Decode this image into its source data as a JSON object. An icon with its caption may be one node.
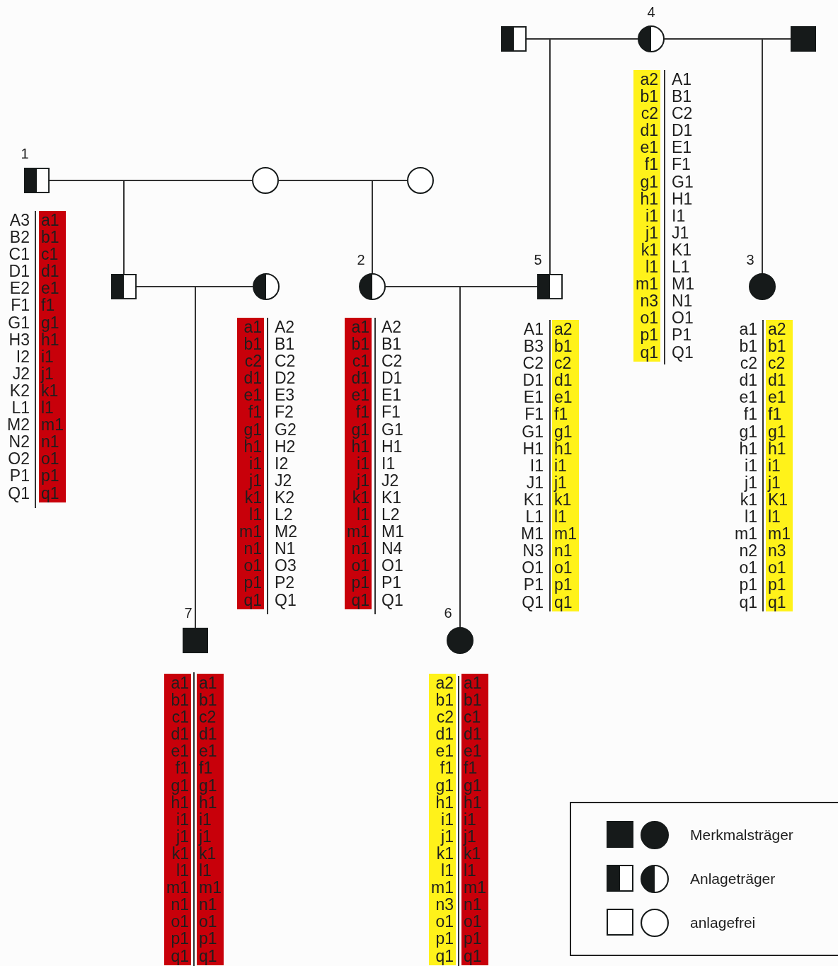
{
  "diagram": {
    "nodes": [
      {
        "text": [],
        "shape": "square"
      },
      {
        "text": [],
        "shape": "circle",
        "beside": [
          "4"
        ]
      },
      {
        "text": [],
        "shape": "square"
      },
      {
        "text": [],
        "shape": "square",
        "beside": [
          "1"
        ]
      },
      {
        "text": [],
        "shape": "circle"
      },
      {
        "text": [],
        "shape": "circle"
      },
      {
        "text": [],
        "shape": "square"
      },
      {
        "text": [],
        "shape": "circle"
      },
      {
        "text": [],
        "shape": "circle",
        "beside": [
          "2"
        ]
      },
      {
        "text": [],
        "shape": "square",
        "beside": [
          "5"
        ]
      },
      {
        "text": [],
        "shape": "circle",
        "beside": [
          "3"
        ]
      },
      {
        "text": [],
        "shape": "square",
        "beside": [
          "7"
        ]
      },
      {
        "text": [],
        "shape": "circle",
        "beside": [
          "6"
        ]
      },
      {
        "text": [
          "a2 b1 c2 d1 e1 f1 g1 h1 i1 j1 k1 l1 m1 n3 o1 p1 q1"
        ]
      },
      {
        "text": [
          "a1 b1 c1 d1 e1 f1 g1 h1 i1 j1 k1 l1 m1 n1 o1 p1 q1"
        ]
      },
      {
        "text": [
          "a1 b1 c2 d1 e1 f1 g1 h1 i1 j1 k1 l1 m1 n1 o1 p1 q1"
        ]
      },
      {
        "text": [
          "a1 b1 c1 d1 e1 f1 g1 h1 i1 j1 k1 l1 m1 n1 o1 p1 q1"
        ]
      },
      {
        "text": [
          "a2 b1 c2 d1 e1 f1 g1 h1 i1 j1 k1 l1 m1 n1 o1 p1 q1"
        ]
      },
      {
        "text": [
          "a2 b1 c2 d1 e1 f1 g1 h1 i1 j1 K1 l1 m1 n3 o1 p1 q1"
        ]
      },
      {
        "text": [
          "a1 b1 c1 d1 e1 f1 g1 h1 i1 j1 k1 l1 m1 n1 o1 p1 q1"
        ]
      },
      {
        "text": [
          "a1 b1 c2 d1 e1 f1 g1 h1 i1 j1 k1 l1 m1 n1 o1 p1 q1"
        ]
      },
      {
        "text": [
          "a2 b1 c2 d1 e1 f1 g1 h1 i1 j1 k1 l1 m1 n3 o1 p1 q1"
        ]
      },
      {
        "text": [
          "a1 b1 c1 d1 e1 f1 g1 h1 i1 j1 k1 l1 m1 n1 o1 p1 q1"
        ]
      }
    ],
    "edges": [
      {
        "from": 0,
        "to": 1,
        "arrow": "none"
      },
      {
        "from": 1,
        "to": 2,
        "arrow": "none"
      },
      {
        "from": 3,
        "to": 4,
        "arrow": "none"
      },
      {
        "from": 4,
        "to": 5,
        "arrow": "none"
      },
      {
        "from": 6,
        "to": 7,
        "arrow": "none"
      },
      {
        "from": 8,
        "to": 9,
        "arrow": "none"
      },
      {
        "from": 0,
        "to": 9,
        "arrow": "none"
      },
      {
        "from": 1,
        "to": 9,
        "arrow": "none"
      },
      {
        "from": 1,
        "to": 10,
        "arrow": "none"
      },
      {
        "from": 2,
        "to": 10,
        "arrow": "none"
      },
      {
        "from": 3,
        "to": 6,
        "arrow": "none"
      },
      {
        "from": 4,
        "to": 6,
        "arrow": "none"
      },
      {
        "from": 4,
        "to": 8,
        "arrow": "none"
      },
      {
        "from": 5,
        "to": 8,
        "arrow": "none"
      },
      {
        "from": 6,
        "to": 11,
        "arrow": "none"
      },
      {
        "from": 7,
        "to": 11,
        "arrow": "none"
      },
      {
        "from": 8,
        "to": 12,
        "arrow": "none"
      },
      {
        "from": 9,
        "to": 12,
        "arrow": "none"
      }
    ],
    "labels": [
      "A1 B1 C2 D1 E1 F1 G1 H1 I1 J1 K1 L1 M1 N1 O1 P1 Q1",
      "A3 B2 C1 D1 E2 F1 G1 H3 I2 J2 K2 L1 M2 N2 O2 P1 Q1",
      "A2 B1 C2 D2 E3 F2 G2 H2 I2 J2 K2 L2 M2 N1 O3 P2 Q1",
      "A2 B1 C2 D1 E1 F1 G1 H1 I1 J2 K1 L2 M1 N4 O1 P1 Q1",
      "A1 B3 C2 D1 E1 F1 G1 H1 I1 J1 K1 L1 M1 N3 O1 P1 Q1",
      "a1 b1 c2 d1 e1 f1 g1 h1 i1 j1 k1 l1 m1 n2 o1 p1 q1"
    ],
    "legend": [
      {
        "text": "Merkmalsträger"
      },
      {
        "text": "Anlageträger"
      },
      {
        "text": "anlagefrei"
      }
    ]
  }
}
